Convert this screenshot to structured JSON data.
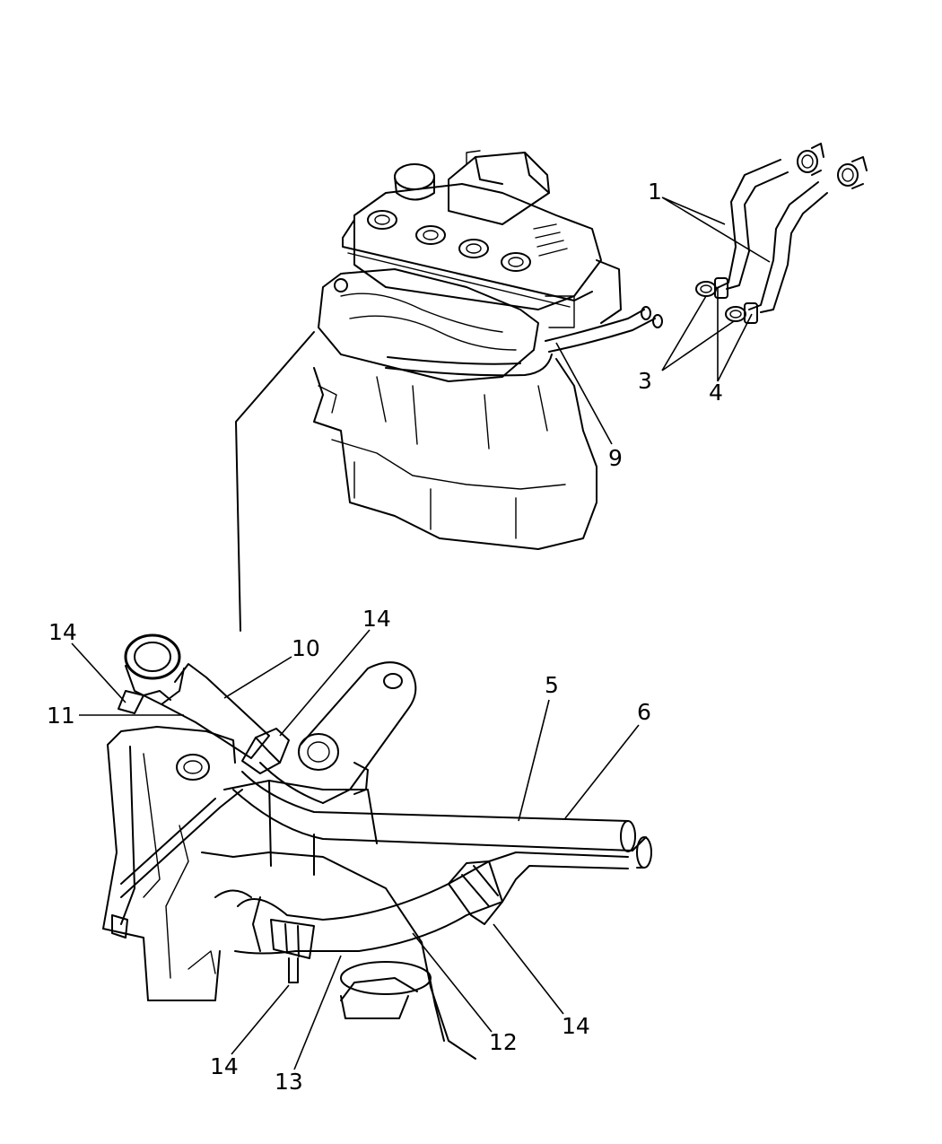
{
  "diagram": {
    "callouts": [
      {
        "id": "c1",
        "label": "1"
      },
      {
        "id": "c3",
        "label": "3"
      },
      {
        "id": "c4",
        "label": "4"
      },
      {
        "id": "c9",
        "label": "9"
      },
      {
        "id": "c14a",
        "label": "14"
      },
      {
        "id": "c10",
        "label": "10"
      },
      {
        "id": "c14b",
        "label": "14"
      },
      {
        "id": "c11",
        "label": "11"
      },
      {
        "id": "c5",
        "label": "5"
      },
      {
        "id": "c6",
        "label": "6"
      },
      {
        "id": "c14c",
        "label": "14"
      },
      {
        "id": "c12",
        "label": "12"
      },
      {
        "id": "c14d",
        "label": "14"
      },
      {
        "id": "c13",
        "label": "13"
      }
    ]
  }
}
